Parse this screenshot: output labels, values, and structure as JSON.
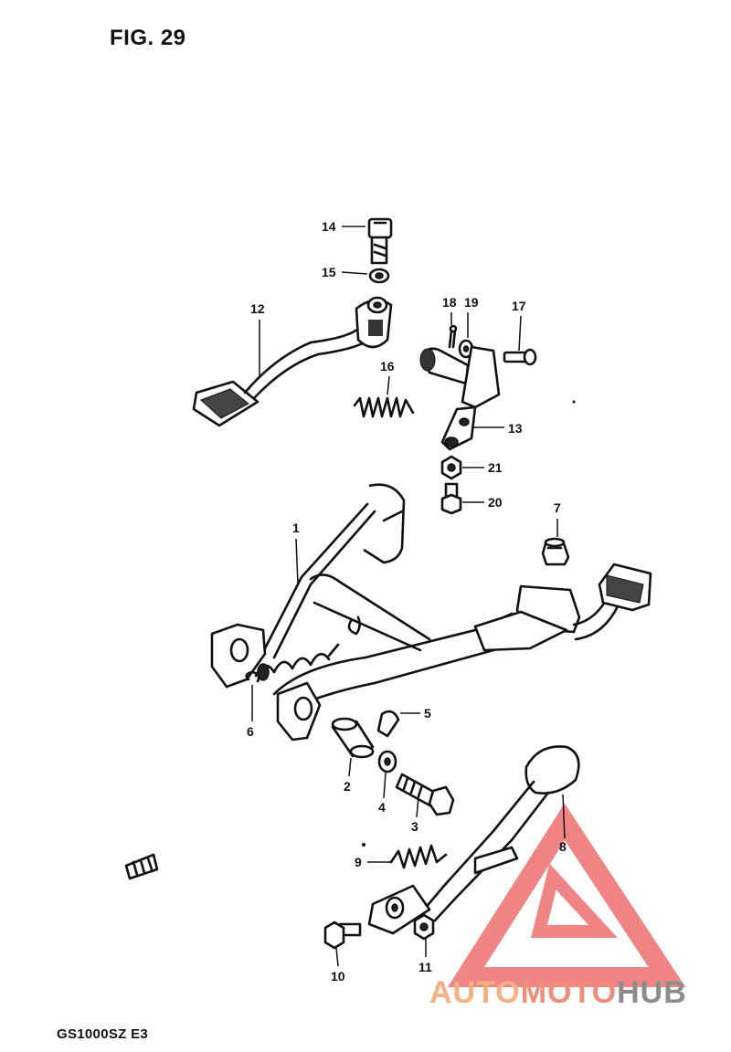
{
  "figure": {
    "title": "FIG. 29"
  },
  "footer": {
    "model": "GS1000SZ  E3"
  },
  "watermark": {
    "part1": "AUTO",
    "part2": "MOTO",
    "part3": "HUB",
    "colors": {
      "auto": "#f5b183",
      "moto": "#f08d7a",
      "hub": "#8c8c8c",
      "logo": "#ee6f6f"
    }
  },
  "callouts": {
    "c1": "1",
    "c2": "2",
    "c3": "3",
    "c4": "4",
    "c5": "5",
    "c6": "6",
    "c7": "7",
    "c8": "8",
    "c9": "9",
    "c10": "10",
    "c11": "11",
    "c12": "12",
    "c13": "13",
    "c14": "14",
    "c15": "15",
    "c16": "16",
    "c17": "17",
    "c18": "18",
    "c19": "19",
    "c20": "20",
    "c21": "21"
  }
}
